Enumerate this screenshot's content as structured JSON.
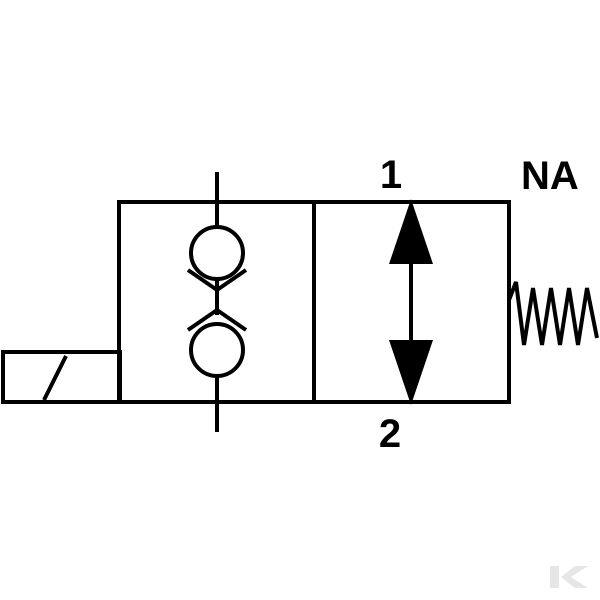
{
  "diagram": {
    "port_top_label": "1",
    "port_bottom_label": "2",
    "normal_state_label": "NA"
  },
  "colors": {
    "stroke": "#000000",
    "background": "#ffffff",
    "watermark": "#e6e6e6"
  },
  "icons": {
    "solenoid": "solenoid-actuator-icon",
    "spring": "spring-return-icon",
    "check_valves": "double-check-valve-icon",
    "flow_arrow": "bidirectional-flow-arrow-icon",
    "watermark": "brand-watermark-icon"
  }
}
